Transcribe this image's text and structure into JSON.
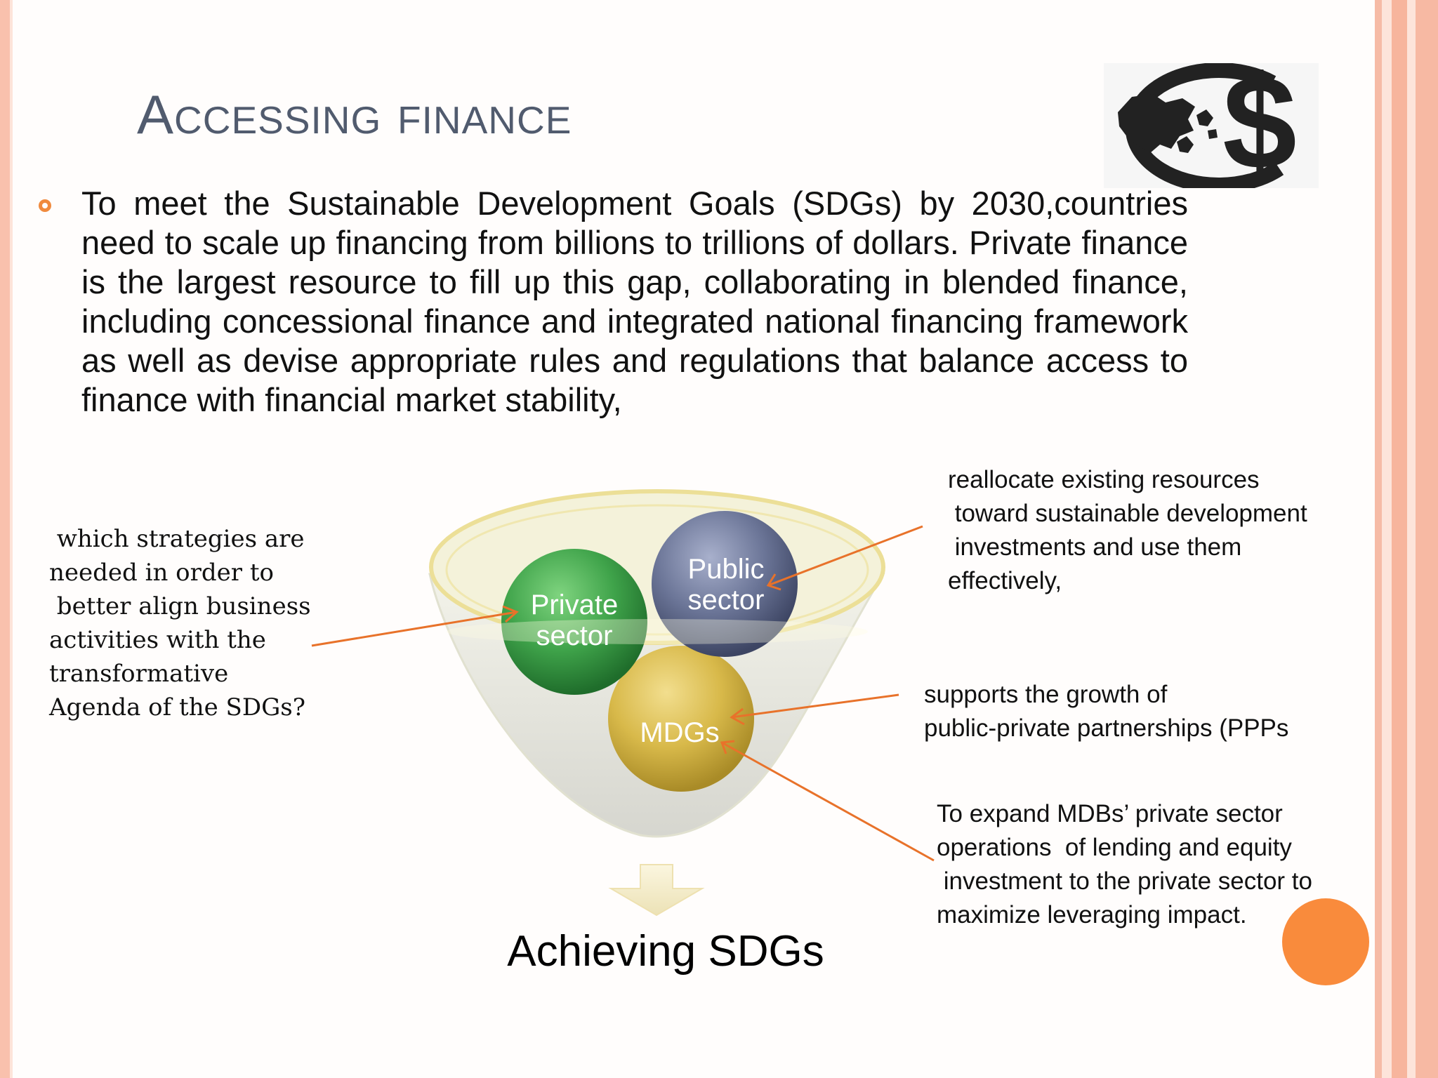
{
  "slide": {
    "title": "Accessing finance",
    "body": "To meet the Sustainable Development Goals (SDGs) by 2030,countries need to scale up financing from billions to trillions of dollars. Private finance is the largest resource to fill up this gap, collaborating in blended finance, including concessional finance and integrated national financing framework as well as devise appropriate rules and regulations that balance access to finance with financial market stability,"
  },
  "diagram": {
    "circles": {
      "private": "Private\nsector",
      "public": "Public\nsector",
      "mdgs": "MDGs"
    },
    "outcome": "Achieving SDGs"
  },
  "notes": {
    "left": " which strategies are\nneeded in order to\n better align business\nactivities with the\ntransformative\nAgenda of the SDGs?",
    "right_public": "reallocate existing resources\n toward sustainable development\n investments and use them\neffectively,",
    "right_ppp": "supports the growth of\npublic-private partnerships (PPPs",
    "right_mdb": "To expand MDBs’ private sector\noperations  of lending and equity\n investment to the private sector to\nmaximize leveraging impact."
  },
  "colors": {
    "accent": "#f08a3e",
    "title": "#515b6e",
    "arrow": "#e8722a",
    "private_circle": "#3fa34a",
    "public_circle": "#6b7597",
    "mdgs_circle": "#d8b94a"
  },
  "icons": [
    "globe-dollar-icon",
    "bullet-icon",
    "down-arrow-icon"
  ]
}
